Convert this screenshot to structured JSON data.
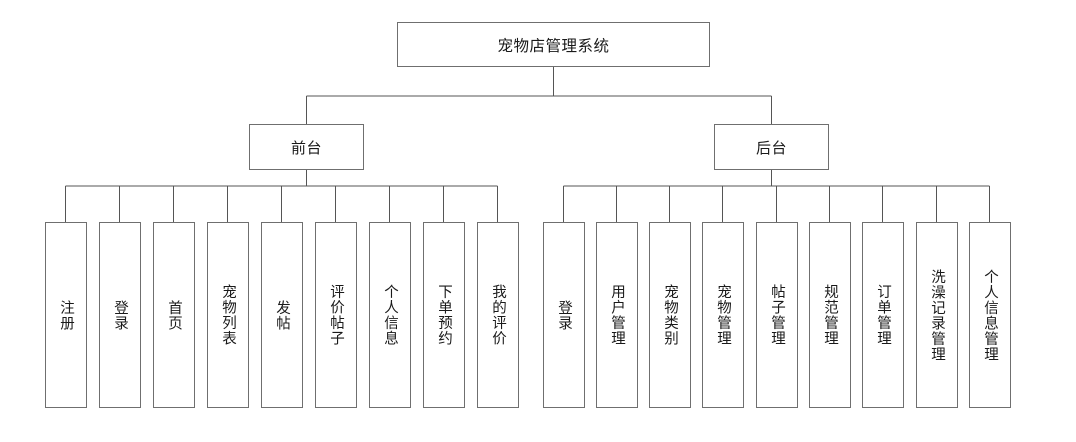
{
  "diagram": {
    "title": "宠物店管理系统",
    "type": "hierarchy-tree",
    "colors": {
      "border": "#6f6f6f",
      "text": "#1a1a1a",
      "background": "#ffffff",
      "connector": "#555555"
    },
    "root": {
      "label": "宠物店管理系统"
    },
    "branches": [
      {
        "label": "前台",
        "leaves": [
          {
            "label": "注册"
          },
          {
            "label": "登录"
          },
          {
            "label": "首页"
          },
          {
            "label": "宠物列表"
          },
          {
            "label": "发帖"
          },
          {
            "label": "评价帖子"
          },
          {
            "label": "个人信息"
          },
          {
            "label": "下单预约"
          },
          {
            "label": "我的评价"
          }
        ]
      },
      {
        "label": "后台",
        "leaves": [
          {
            "label": "登录"
          },
          {
            "label": "用户管理"
          },
          {
            "label": "宠物类别"
          },
          {
            "label": "宠物管理"
          },
          {
            "label": "帖子管理"
          },
          {
            "label": "规范管理"
          },
          {
            "label": "订单管理"
          },
          {
            "label": "洗澡记录管理"
          },
          {
            "label": "个人信息管理"
          }
        ]
      }
    ]
  }
}
